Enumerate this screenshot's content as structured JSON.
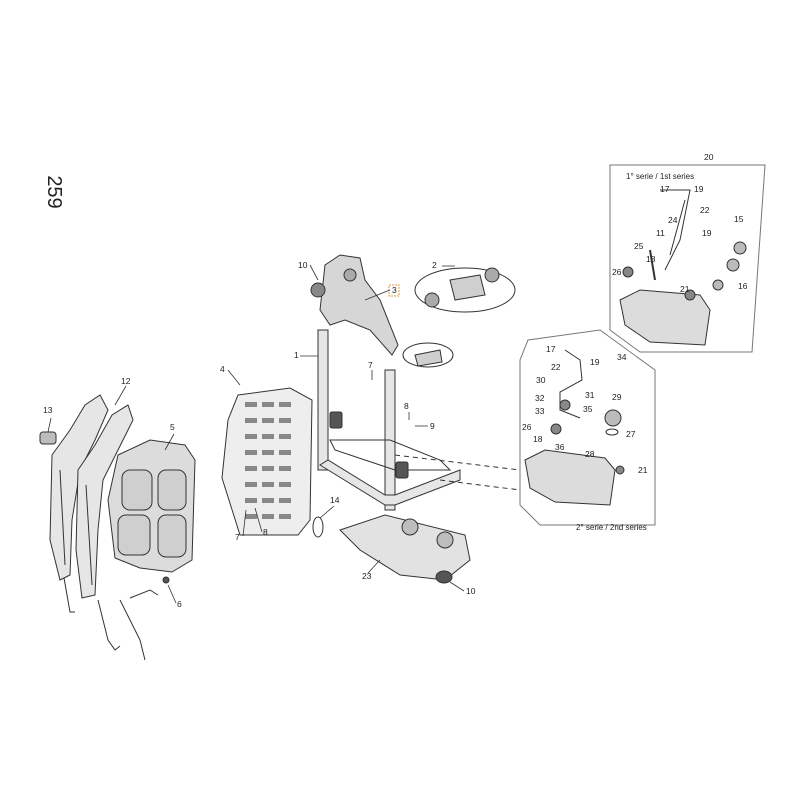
{
  "page_number": "259",
  "colors": {
    "line": "#333333",
    "part_fill": "#e6e6e6",
    "part_fill_dark": "#bdbdbd",
    "callout_highlight": "#e39a3b",
    "inset_border": "#777777"
  },
  "insets": {
    "first_series": {
      "title": "1° serie / 1st series",
      "ref": "20"
    },
    "second_series": {
      "title": "2° serie / 2nd series",
      "ref": "34"
    }
  },
  "callouts": [
    {
      "label": "1"
    },
    {
      "label": "2"
    },
    {
      "label": "3",
      "highlight": true
    },
    {
      "label": "4"
    },
    {
      "label": "5"
    },
    {
      "label": "6"
    },
    {
      "label": "7"
    },
    {
      "label": "8"
    },
    {
      "label": "9"
    },
    {
      "label": "10"
    },
    {
      "label": "12"
    },
    {
      "label": "13"
    },
    {
      "label": "14"
    },
    {
      "label": "23"
    },
    {
      "label": "10"
    },
    {
      "label": "7"
    },
    {
      "label": "8"
    },
    {
      "label": "20"
    },
    {
      "label": "17"
    },
    {
      "label": "19"
    },
    {
      "label": "24"
    },
    {
      "label": "22"
    },
    {
      "label": "11"
    },
    {
      "label": "19"
    },
    {
      "label": "25"
    },
    {
      "label": "18"
    },
    {
      "label": "26"
    },
    {
      "label": "21"
    },
    {
      "label": "15"
    },
    {
      "label": "16"
    },
    {
      "label": "17"
    },
    {
      "label": "22"
    },
    {
      "label": "19"
    },
    {
      "label": "34"
    },
    {
      "label": "30"
    },
    {
      "label": "31"
    },
    {
      "label": "32"
    },
    {
      "label": "33"
    },
    {
      "label": "35"
    },
    {
      "label": "29"
    },
    {
      "label": "26"
    },
    {
      "label": "18"
    },
    {
      "label": "36"
    },
    {
      "label": "28"
    },
    {
      "label": "27"
    },
    {
      "label": "21"
    }
  ]
}
